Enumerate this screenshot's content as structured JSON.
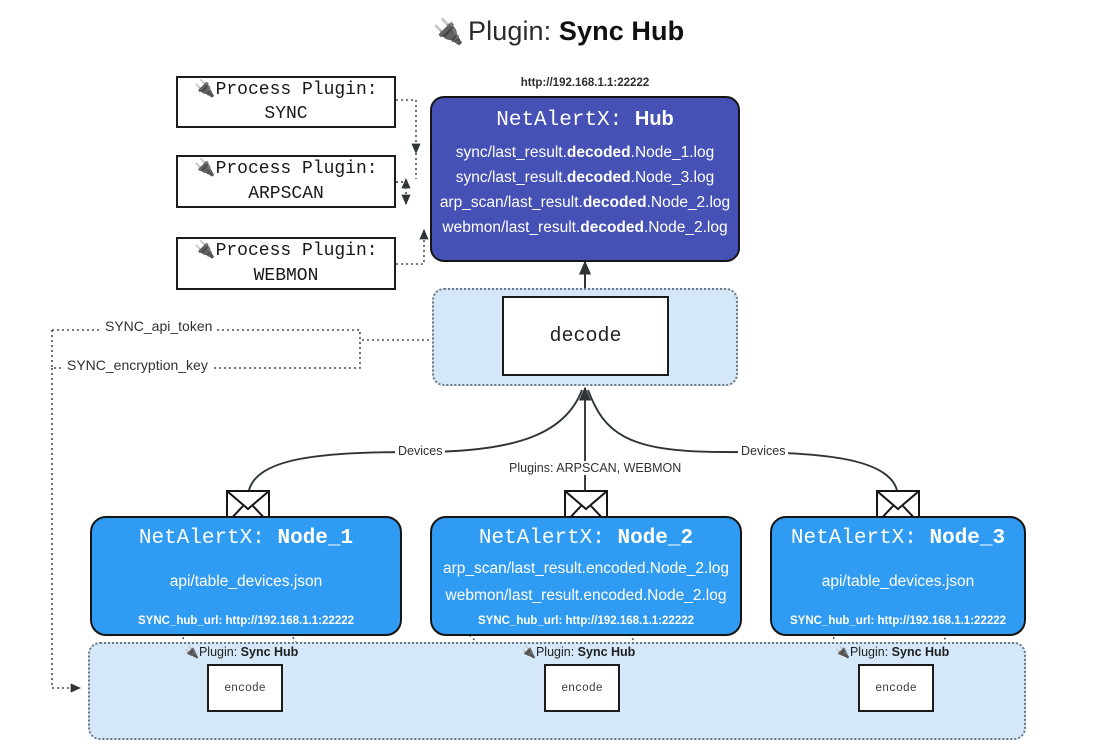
{
  "title": {
    "icon": "plug-icon",
    "prefix": "Plugin:",
    "name": "Sync Hub"
  },
  "process_plugins": [
    {
      "icon": "plug-icon",
      "line1": "Process Plugin:",
      "line2": "SYNC"
    },
    {
      "icon": "plug-icon",
      "line1": "Process Plugin:",
      "line2": "ARPSCAN"
    },
    {
      "icon": "plug-icon",
      "line1": "Process Plugin:",
      "line2": "WEBMON"
    }
  ],
  "hub": {
    "url_label": "http://192.168.1.1:22222",
    "title_prefix": "NetAlertX:",
    "title_name": "Hub",
    "logs": [
      {
        "pre": "sync/last_result.",
        "mid": "decoded",
        "post": ".Node_1.log"
      },
      {
        "pre": "sync/last_result.",
        "mid": "decoded",
        "post": ".Node_3.log"
      },
      {
        "pre": "arp_scan/last_result.",
        "mid": "decoded",
        "post": ".Node_2.log"
      },
      {
        "pre": "webmon/last_result.",
        "mid": "decoded",
        "post": ".Node_2.log"
      }
    ]
  },
  "decode": {
    "label": "decode"
  },
  "secrets": [
    {
      "label": "SYNC_api_token"
    },
    {
      "label": "SYNC_encryption_key"
    }
  ],
  "edge_labels": {
    "devices_left": "Devices",
    "devices_right": "Devices",
    "plugins_center": "Plugins: ARPSCAN, WEBMON"
  },
  "nodes": [
    {
      "id": "node-1",
      "icon": "envelope-icon",
      "title_prefix": "NetAlertX:",
      "title_name": "Node_1",
      "lines": [
        "api/table_devices.json"
      ],
      "footer": "SYNC_hub_url: http://192.168.1.1:22222"
    },
    {
      "id": "node-2",
      "icon": "envelope-icon",
      "title_prefix": "NetAlertX:",
      "title_name": "Node_2",
      "lines": [
        "arp_scan/last_result.encoded.Node_2.log",
        "webmon/last_result.encoded.Node_2.log"
      ],
      "footer": "SYNC_hub_url: http://192.168.1.1:22222"
    },
    {
      "id": "node-3",
      "icon": "envelope-icon",
      "title_prefix": "NetAlertX:",
      "title_name": "Node_3",
      "lines": [
        "api/table_devices.json"
      ],
      "footer": "SYNC_hub_url: http://192.168.1.1:22222"
    }
  ],
  "encoders": [
    {
      "icon": "plug-icon",
      "prefix": "Plugin:",
      "name": "Sync Hub",
      "box_label": "encode"
    },
    {
      "icon": "plug-icon",
      "prefix": "Plugin:",
      "name": "Sync Hub",
      "box_label": "encode"
    },
    {
      "icon": "plug-icon",
      "prefix": "Plugin:",
      "name": "Sync Hub",
      "box_label": "encode"
    }
  ],
  "colors": {
    "hub": "#4651b5",
    "node": "#309bf2",
    "band": "#d5e8f9",
    "stroke": "#2f3437"
  }
}
